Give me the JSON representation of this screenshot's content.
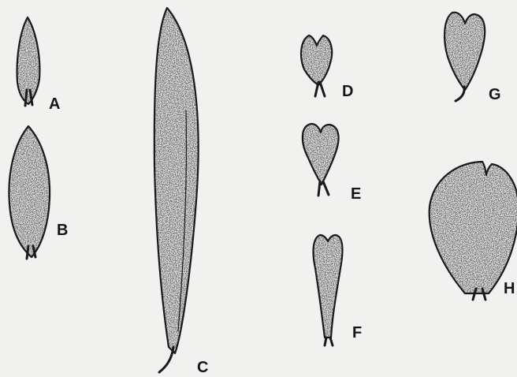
{
  "figure": {
    "background": "#f1f1ef",
    "ink_color": "#1a1a1a",
    "stipple_color": "#2a2a2a",
    "leaves": [
      {
        "id": "A",
        "label": "A",
        "shape": "narrow lanceolate leaf, acute tip"
      },
      {
        "id": "B",
        "label": "B",
        "shape": "elliptic lanceolate leaf, acute tip"
      },
      {
        "id": "C",
        "label": "C",
        "shape": "very long linear leaf tapering to a curved stalk"
      },
      {
        "id": "D",
        "label": "D",
        "shape": "small obovate leaf with notched (retuse) tip"
      },
      {
        "id": "E",
        "label": "E",
        "shape": "obcordate leaf, heart-shaped notch at tip"
      },
      {
        "id": "F",
        "label": "F",
        "shape": "spathulate leaf with notched tip"
      },
      {
        "id": "G",
        "label": "G",
        "shape": "obcordate leaf with deep notch and curved stalk"
      },
      {
        "id": "H",
        "label": "H",
        "shape": "broad obovate leaf with emarginate tip"
      }
    ]
  }
}
